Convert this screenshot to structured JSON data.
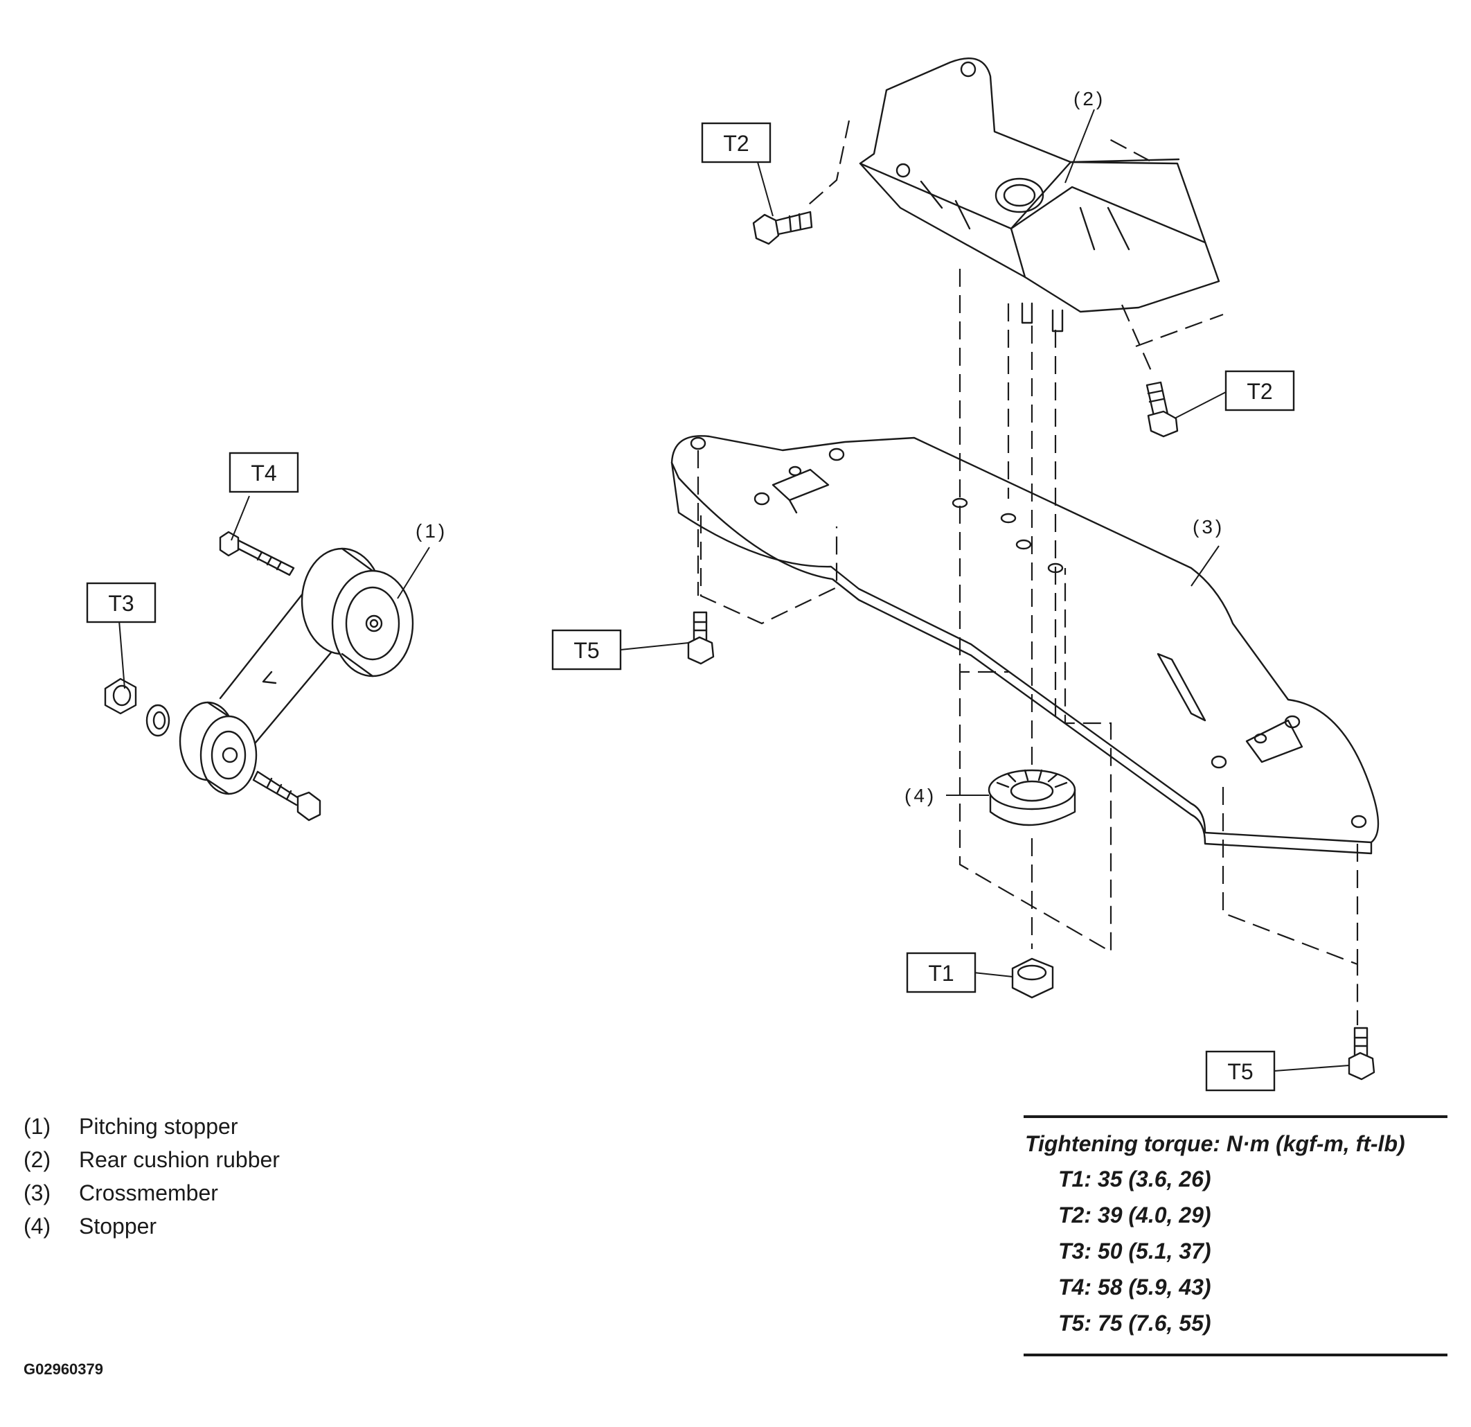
{
  "callouts": {
    "c1": "(1)",
    "c2": "(2)",
    "c3": "(3)",
    "c4": "(4)"
  },
  "torque_tags": {
    "t1": "T1",
    "t2_upper": "T2",
    "t2_lower": "T2",
    "t3": "T3",
    "t4": "T4",
    "t5_left": "T5",
    "t5_right": "T5"
  },
  "legend": [
    {
      "num": "(1)",
      "label": "Pitching stopper"
    },
    {
      "num": "(2)",
      "label": "Rear cushion rubber"
    },
    {
      "num": "(3)",
      "label": "Crossmember"
    },
    {
      "num": "(4)",
      "label": "Stopper"
    }
  ],
  "torque_table": {
    "title": "Tightening torque: N·m (kgf-m, ft-lb)",
    "rows": [
      "T1: 35 (3.6, 26)",
      "T2: 39 (4.0, 29)",
      "T3: 50 (5.1, 37)",
      "T4: 58 (5.9, 43)",
      "T5: 75 (7.6, 55)"
    ]
  },
  "figure_code": "G02960379"
}
